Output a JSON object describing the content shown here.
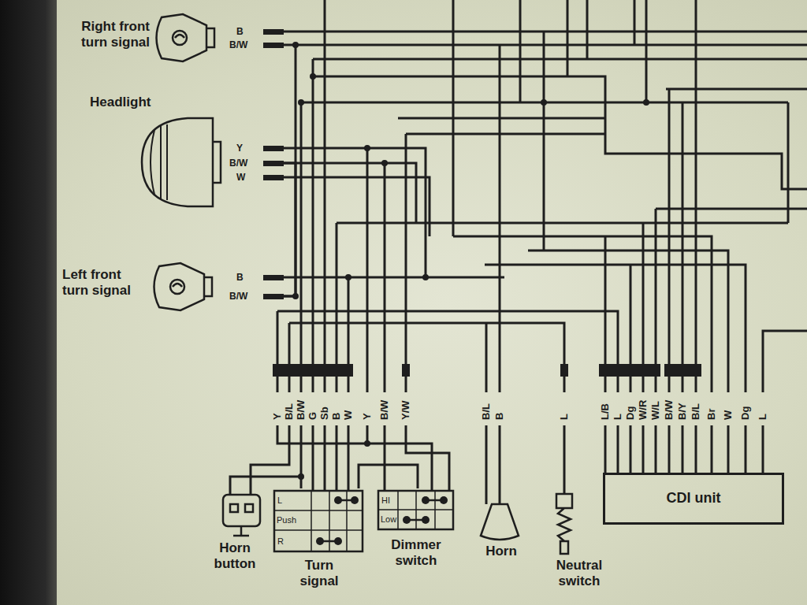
{
  "diagram": {
    "nodes": [
      {
        "text": [
          "Right front turn signal"
        ]
      },
      {
        "text": [
          "Headlight"
        ]
      },
      {
        "text": [
          "Left front turn signal"
        ]
      },
      {
        "text": [
          "Horn button"
        ]
      },
      {
        "text": [
          "Turn signal"
        ]
      },
      {
        "text": [
          "Dimmer switch"
        ]
      },
      {
        "text": [
          "Horn"
        ]
      },
      {
        "text": [
          "Neutral switch"
        ]
      },
      {
        "text": [
          "CDI unit"
        ]
      }
    ],
    "edges": [
      {
        "from": 0,
        "to": 2,
        "arrow": "none"
      },
      {
        "from": 1,
        "to": 2,
        "arrow": "none"
      },
      {
        "from": 3,
        "to": 4,
        "arrow": "none"
      },
      {
        "from": 4,
        "to": 5,
        "arrow": "none"
      }
    ],
    "labels": [
      "B",
      "B/W",
      "Y",
      "B/W",
      "W",
      "B",
      "B/W",
      "Y",
      "B/L",
      "B/W",
      "G",
      "Sb",
      "B",
      "W",
      "Y",
      "B/W",
      "Y/W",
      "B/L",
      "B",
      "L",
      "L/B",
      "L",
      "Dg",
      "W/R",
      "W/L",
      "B/W",
      "B/Y",
      "B/L",
      "Br",
      "W",
      "Dg",
      "L",
      "L",
      "Push",
      "R",
      "HI",
      "Low"
    ]
  }
}
